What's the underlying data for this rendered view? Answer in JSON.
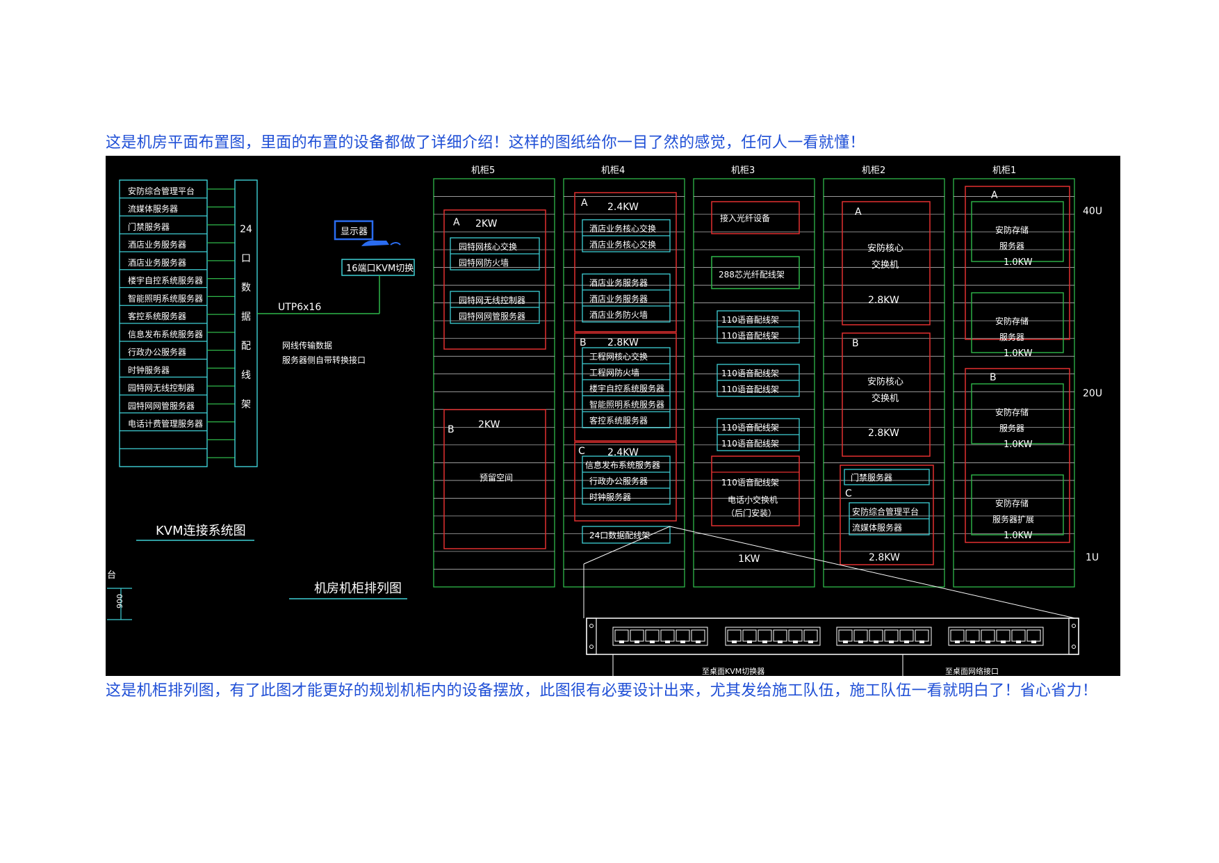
{
  "captions": {
    "top": "这是机房平面布置图，里面的布置的设备都做了详细介绍！这样的图纸给你一目了然的感觉，任何人一看就懂！",
    "bottom": "这是机柜排列图，有了此图才能更好的规划机柜内的设备摆放，此图很有必要设计出来，尤其发给施工队伍，施工队伍一看就明白了！省心省力！"
  },
  "kvm": {
    "servers": [
      "安防综合管理平台",
      "流媒体服务器",
      "门禁服务器",
      "酒店业务服务器",
      "酒店业务服务器",
      "楼宇自控系统服务器",
      "智能照明系统服务器",
      "客控系统服务器",
      "信息发布系统服务器",
      "行政办公服务器",
      "时钟服务器",
      "园特网无线控制器",
      "园特网网管服务器",
      "电话计费管理服务器",
      "",
      ""
    ],
    "patch_label_chars": [
      "24",
      "口",
      "数",
      "据",
      "配",
      "线",
      "架"
    ],
    "monitor_label": "显示器",
    "kvm_switch_label": "16端口KVM切换",
    "cable_label": "UTP6x16",
    "note_line1": "网线传输数据",
    "note_line2": "服务器侧自带转换接口",
    "title": "KVM连接系统图"
  },
  "layout_title": "机房机柜排列图",
  "side_mark": "台",
  "dim_label": "900",
  "rack_u_labels": [
    "40U",
    "20U",
    "1U"
  ],
  "cabinets": [
    {
      "name": "机柜5",
      "groups": [
        {
          "letter": "A",
          "power": "2KW",
          "items": [
            "园特网核心交换",
            "园特网防火墙",
            "",
            "园特网无线控制器",
            "园特网网管服务器"
          ]
        },
        {
          "letter": "B",
          "power": "2KW",
          "note": "预留空间"
        }
      ]
    },
    {
      "name": "机柜4",
      "groups": [
        {
          "letter": "A",
          "power": "2.4KW",
          "items": [
            "酒店业务核心交换",
            "酒店业务核心交换",
            "",
            "酒店业务服务器",
            "酒店业务服务器",
            "酒店业务防火墙"
          ]
        },
        {
          "letter": "B",
          "power": "2.8KW",
          "items": [
            "工程网核心交换",
            "工程网防火墙",
            "楼宇自控系统服务器",
            "智能照明系统服务器",
            "客控系统服务器"
          ]
        },
        {
          "letter": "C",
          "power": "2.4KW",
          "items": [
            "信息发布系统服务器",
            "行政办公服务器",
            "时钟服务器"
          ]
        }
      ],
      "bottom_item": "24口数据配线架"
    },
    {
      "name": "机柜3",
      "items": [
        "接入光纤设备",
        "288芯光纤配线架",
        "110语音配线架",
        "110语音配线架",
        "110语音配线架",
        "110语音配线架",
        "110语音配线架",
        "110语音配线架",
        "110语音配线架"
      ],
      "pbx_line1": "电话小交换机",
      "pbx_line2": "（后门安装）",
      "power": "1KW"
    },
    {
      "name": "机柜2",
      "groups": [
        {
          "letter": "A",
          "line1": "安防核心",
          "line2": "交换机",
          "power": "2.8KW"
        },
        {
          "letter": "B",
          "line1": "安防核心",
          "line2": "交换机",
          "power": "2.8KW"
        },
        {
          "letter": "C",
          "items": [
            "门禁服务器",
            "安防综合管理平台",
            "流媒体服务器"
          ],
          "power": "2.8KW"
        }
      ]
    },
    {
      "name": "机柜1",
      "groups": [
        {
          "letter": "A",
          "units": [
            {
              "l1": "安防存储",
              "l2": "服务器",
              "p": "1.0KW"
            },
            {
              "l1": "安防存储",
              "l2": "服务器",
              "p": "1.0KW"
            }
          ]
        },
        {
          "letter": "B",
          "units": [
            {
              "l1": "安防存储",
              "l2": "服务器",
              "p": "1.0KW"
            },
            {
              "l1": "安防存储",
              "l2": "服务器扩展",
              "p": "1.0KW"
            }
          ]
        }
      ]
    }
  ],
  "patch_panel": {
    "label_left": "至桌面KVM切换器",
    "label_right": "至桌面网络接口"
  },
  "colors": {
    "background": "#000000",
    "line": "#ffffff",
    "cyan": "#3fd0d6",
    "red": "#e23030",
    "green": "#2fb84a",
    "caption": "#1f4fd6",
    "monitor": "#2a6cf0"
  }
}
